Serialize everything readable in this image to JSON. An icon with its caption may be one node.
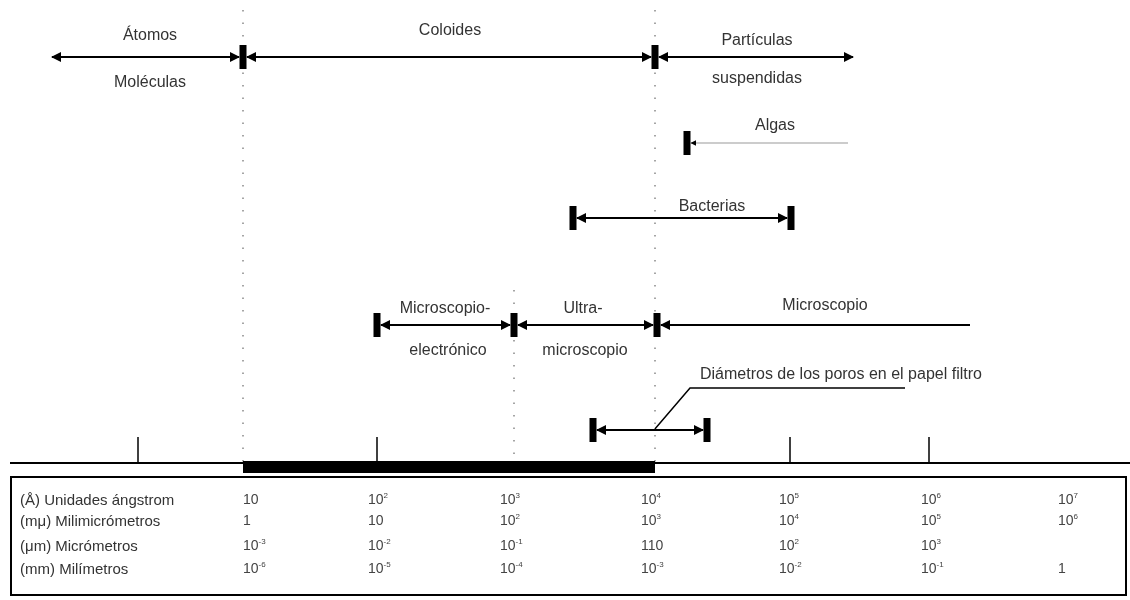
{
  "diagram": {
    "nodes": [
      {
        "text": [
          "Diámetros de los poros en el papel filtro"
        ]
      },
      {
        "text": [],
        "shape": "bar"
      }
    ],
    "edges": [
      {
        "from": 0,
        "to": 1,
        "arrow": "none"
      }
    ],
    "labels": [
      "Átomos",
      "Coloides",
      "Partículas",
      "Moléculas",
      "suspendidas",
      "Algas",
      "Bacterias",
      "Microscopio-",
      "Ultra-",
      "Microscopio",
      "electrónico",
      "microscopio",
      "(Å) Unidades ángstrom",
      "10",
      "10$^{2}$",
      "10$^{3}$",
      "10$^{4}$",
      "10$^{5}$",
      "10$^{6}$",
      "10$^{7}$",
      "(mμ) Milimicrómetros",
      "1",
      "10",
      "10$^{2}$",
      "10$^{3}$",
      "10$^{4}$",
      "10$^{5}$",
      "10$^{6}$",
      "(μm) Micrómetros",
      "10$^{-3}$",
      "10$^{-2}$",
      "10$^{-1}$",
      "110",
      "10$^{2}$",
      "10$^{3}$",
      "(mm) Milímetros",
      "10$^{-6}$",
      "10$^{-5}$",
      "10$^{-4}$",
      "10$^{-3}$",
      "10$^{-2}$",
      "10$^{-1}$",
      "1"
    ]
  }
}
